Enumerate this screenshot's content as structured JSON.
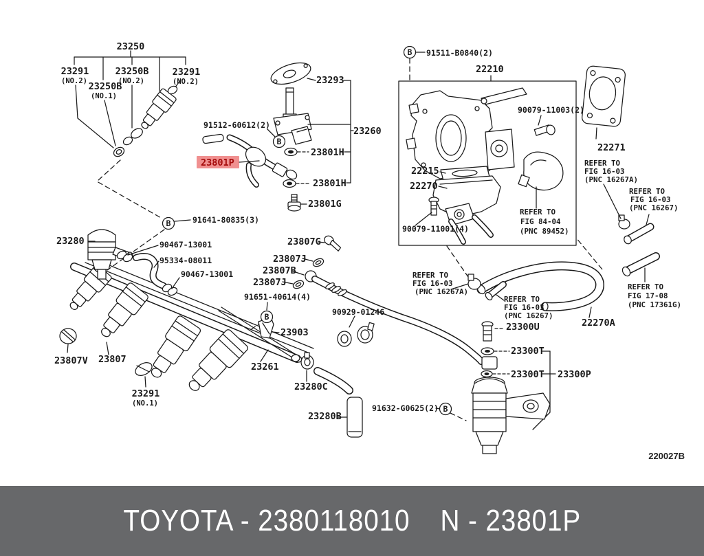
{
  "parts": {
    "p23250": "23250",
    "p23291": "23291",
    "p23250B": "23250B",
    "no1": "(NO.1)",
    "no2": "(NO.2)",
    "p91512": "91512-60612(2)",
    "p23293": "23293",
    "p23260": "23260",
    "p23801H": "23801H",
    "p23801G": "23801G",
    "p91511": "91511-B0840(2)",
    "p22210": "22210",
    "p90079_11003": "90079-11003(2)",
    "p22271": "22271",
    "p22215": "22215",
    "p22270": "22270",
    "p90079_11001": "90079-11001(4)",
    "p91641": "91641-80835(3)",
    "p23280": "23280",
    "p90467": "90467-13001",
    "p95334": "95334-08011",
    "p23807G": "23807G",
    "p23807J": "23807J",
    "p23807B": "23807B",
    "p91651": "91651-40614(4)",
    "p23903": "23903",
    "p90929": "90929-01246",
    "p23807V": "23807V",
    "p23807": "23807",
    "p23261": "23261",
    "p23280C": "23280C",
    "p23280B": "23280B",
    "p91632": "91632-G0625(2)",
    "p23300U": "23300U",
    "p23300T": "23300T",
    "p23300P": "23300P",
    "p22270A": "22270A"
  },
  "refer": {
    "a": {
      "l1": "REFER TO",
      "l2": "FIG 16-03",
      "l3": "(PNC 16267A)"
    },
    "b": {
      "l1": "REFER TO",
      "l2": "FIG 16-03",
      "l3": "(PNC 16267)"
    },
    "c": {
      "l1": "REFER TO",
      "l2": "FIG 84-04",
      "l3": "(PNC 89452)"
    },
    "d": {
      "l1": "REFER TO",
      "l2": "FIG 17-08",
      "l3": "(PNC 17361G)"
    }
  },
  "marker": {
    "b": "B"
  },
  "highlight": {
    "label": "23801P",
    "bg": "#f09090",
    "fg": "#a50b0b"
  },
  "corner_ref": "220027B",
  "footer": {
    "left": "TOYOTA - 2380118010",
    "right": "N - 23801P",
    "bg": "#67686a",
    "color": "#ffffff"
  }
}
